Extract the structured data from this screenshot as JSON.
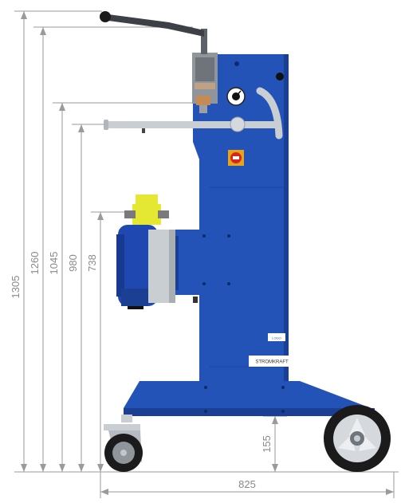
{
  "dimensions": {
    "height_1305": "1305",
    "height_1260": "1260",
    "height_1045": "1045",
    "height_980": "980",
    "height_738": "738",
    "clearance_155": "155",
    "width_825": "825"
  },
  "labels": {
    "panel_small": "LOGO",
    "panel_plate": "STROMKRAFT"
  },
  "colors": {
    "machine_blue": "#2453b8",
    "machine_blue_dark": "#1a3f93",
    "dim_line": "#9a9a9a",
    "dim_text": "#8a8a8a",
    "yellow_part": "#e5e833",
    "motor_blue": "#1f48b0",
    "steel": "#c9ced3",
    "red_switch": "#d8261d"
  }
}
